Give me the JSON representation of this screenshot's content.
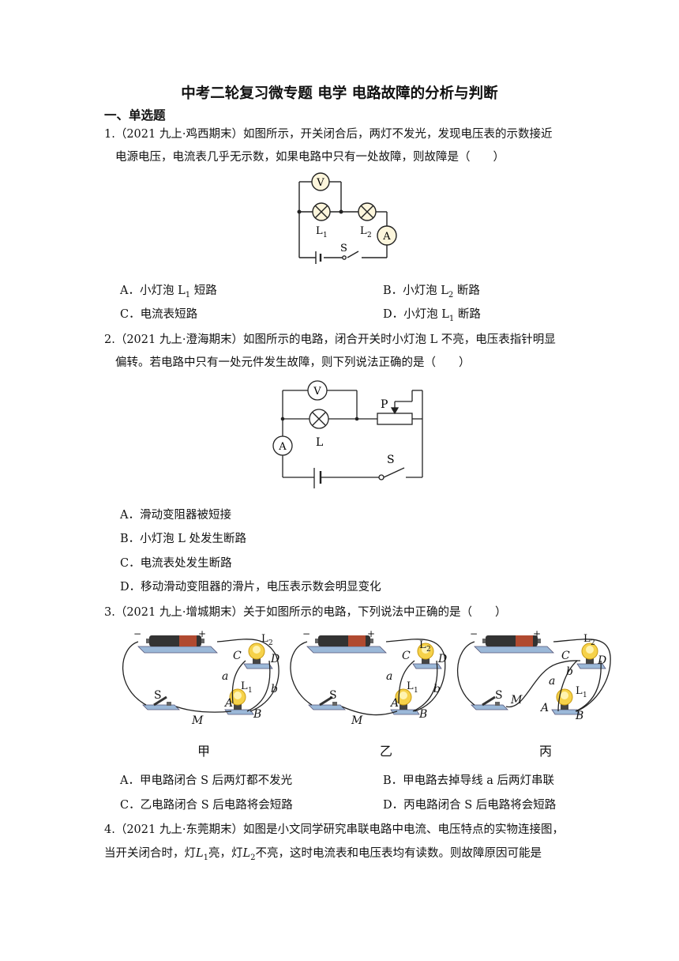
{
  "title": "中考二轮复习微专题 电学 电路故障的分析与判断",
  "section": "一、单选题",
  "q1": {
    "line1": "1.（2021 九上·鸡西期末）如图所示，开关闭合后，两灯不发光，发现电压表的示数接近",
    "line2": "电源电压，电流表几乎无示数，如果电路中只有一处故障，则故障是（　　）",
    "fig": {
      "V": "V",
      "A": "A",
      "L1": "L",
      "L1sub": "1",
      "L2": "L",
      "L2sub": "2",
      "S": "S"
    },
    "options": [
      {
        "pre": "A．小灯泡 L",
        "sub": "1",
        "post": " 短路"
      },
      {
        "pre": "B．小灯泡 L",
        "sub": "2",
        "post": " 断路"
      },
      {
        "pre": "C．电流表短路",
        "sub": "",
        "post": ""
      },
      {
        "pre": "D．小灯泡 L",
        "sub": "1",
        "post": " 断路"
      }
    ]
  },
  "q2": {
    "line1": "2.（2021 九上·澄海期末）如图所示的电路，闭合开关时小灯泡 L 不亮，电压表指针明显",
    "line2": "偏转。若电路中只有一处元件发生故障，则下列说法正确的是（　　）",
    "fig": {
      "V": "V",
      "A": "A",
      "L": "L",
      "P": "P",
      "S": "S"
    },
    "options": [
      "A．滑动变阻器被短接",
      "B．小灯泡 L 处发生断路",
      "C．电流表处发生断路",
      "D．移动滑动变阻器的滑片，电压表示数会明显变化"
    ]
  },
  "q3": {
    "line1": "3.（2021 九上·增城期末）关于如图所示的电路，下列说法中正确的是（　　）",
    "fig": {
      "captions": [
        "甲",
        "乙",
        "丙"
      ],
      "labels": {
        "S": "S",
        "M": "M",
        "a": "a",
        "b": "b",
        "A": "A",
        "B": "B",
        "C": "C",
        "D": "D",
        "L": "L",
        "sub1": "1",
        "sub2": "2",
        "minus": "−",
        "plus": "+"
      }
    },
    "options": [
      "A．甲电路闭合 S 后两灯都不发光",
      "B．甲电路去掉导线 a 后两灯串联",
      "C．乙电路闭合 S 后电路将会短路",
      "D．丙电路闭合 S 后电路将会短路"
    ]
  },
  "q4": {
    "line1_pre": "4.（2021 九上·东莞期末）如图是小文同学研究串联电路中电流、电压特点的实物连接图，",
    "line2_a": "当开关闭合时，灯",
    "line2_b": "亮，灯",
    "line2_c": "不亮，这时电流表和电压表均有读数。则故障原因可能是",
    "L": "L",
    "sub1": "1",
    "sub2": "2"
  }
}
